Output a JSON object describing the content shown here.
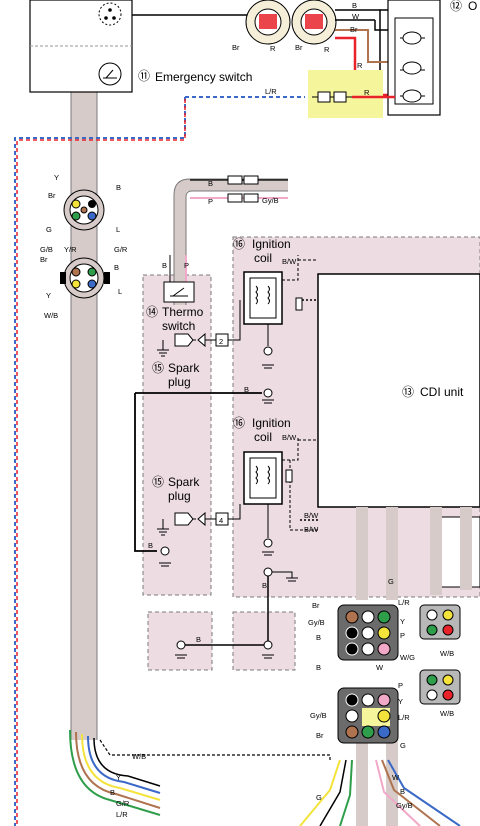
{
  "components": {
    "c11": {
      "num": "⑪",
      "name": "Emergency switch"
    },
    "c12": {
      "num": "⑫",
      "name": "O"
    },
    "c13": {
      "num": "⑬",
      "name": "CDI  unit"
    },
    "c14": {
      "num": "⑭",
      "name1": "Thermo",
      "name2": "switch"
    },
    "c15a": {
      "num": "⑮",
      "name1": "Spark",
      "name2": "plug"
    },
    "c15b": {
      "num": "⑮",
      "name1": "Spark",
      "name2": "plug"
    },
    "c16a": {
      "num": "⑯",
      "name1": "Ignition",
      "name2": "coil"
    },
    "c16b": {
      "num": "⑯",
      "name1": "Ignition",
      "name2": "coil"
    }
  },
  "terminals": {
    "t2": "2",
    "t4": "4"
  },
  "wires": {
    "B": "B",
    "W": "W",
    "Br": "Br",
    "R": "R",
    "LR": "L/R",
    "P": "P",
    "GyB": "Gy/B",
    "Y": "Y",
    "L": "L",
    "G": "G",
    "GB": "G/B",
    "YR": "Y/R",
    "GR": "G/R",
    "WB": "W/B",
    "BW": "B/W",
    "WG": "W/G"
  },
  "colors": {
    "harness": "#d6cbc8",
    "zone": "#eddde3",
    "highlight": "#f5f59c",
    "red": "#e8232a",
    "blue": "#3a69c7",
    "brown": "#b0734f",
    "pink": "#f2a8c8",
    "green": "#2f9e4a",
    "yellow": "#f3e33a"
  }
}
